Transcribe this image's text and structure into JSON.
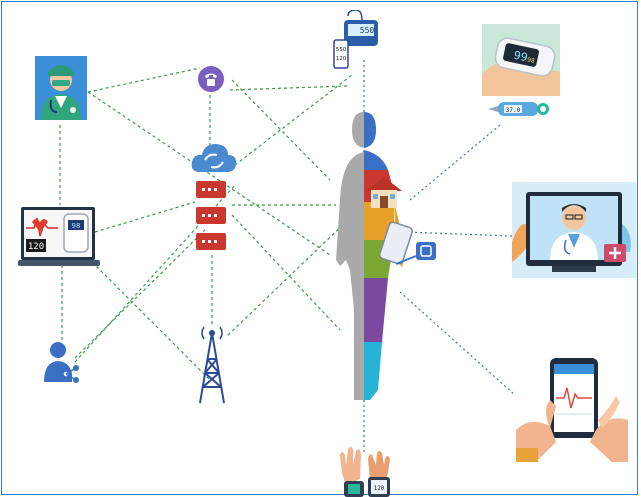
{
  "devices": {
    "bp_monitor_reading": "550",
    "bp_readout_systolic": "550",
    "bp_readout_diastolic": "120",
    "oximeter_reading": "99",
    "oximeter_pulse": "98",
    "thermometer_reading": "37.0",
    "laptop_oximeter_reading": "98",
    "laptop_bp_reading": "120",
    "wrist_band_reading": "120"
  },
  "colors": {
    "connection_line": "#3a9a4a",
    "backbone_line": "#3d6fc4",
    "frame_border": "#3d78c4",
    "server_red": "#c8382e",
    "cloud_blue": "#4a8ad0",
    "phone_purple": "#7b5fc0",
    "tower_blue": "#2b4a9a",
    "body_grey": "#a9a9a9"
  },
  "icons": [
    "doctor-avatar-icon",
    "telephone-icon",
    "cloud-sync-icon",
    "server-rack-icon",
    "cell-tower-icon",
    "share-user-icon",
    "blood-pressure-monitor-icon",
    "pulse-oximeter-icon",
    "thermometer-icon",
    "telemedicine-doctor-icon",
    "smartphone-ecg-icon",
    "smartwatch-hands-icon",
    "laptop-monitor-icon",
    "human-body-icon",
    "home-icon",
    "tablet-device-icon"
  ]
}
